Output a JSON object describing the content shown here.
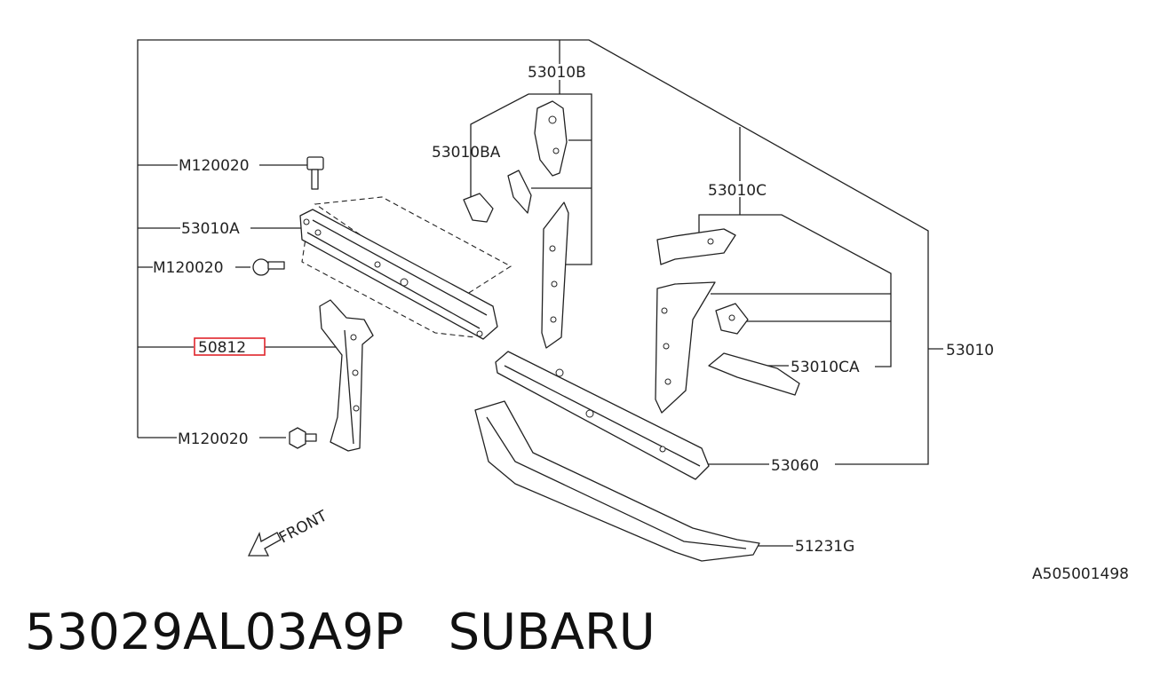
{
  "callouts": {
    "assy": "53010",
    "b": "53010B",
    "ba": "53010BA",
    "c": "53010C",
    "ca": "53010CA",
    "a": "53010A",
    "bolt_top": "M120020",
    "bolt_mid": "M120020",
    "bolt_bot": "M120020",
    "highlighted": "50812",
    "cross_member": "53060",
    "lower": "51231G"
  },
  "direction_label": "FRONT",
  "ref_code": "A505001498",
  "footer": {
    "part_number": "53029AL03A9P",
    "brand": "SUBARU"
  },
  "colors": {
    "highlight": "#e0242b",
    "ink": "#222222"
  }
}
